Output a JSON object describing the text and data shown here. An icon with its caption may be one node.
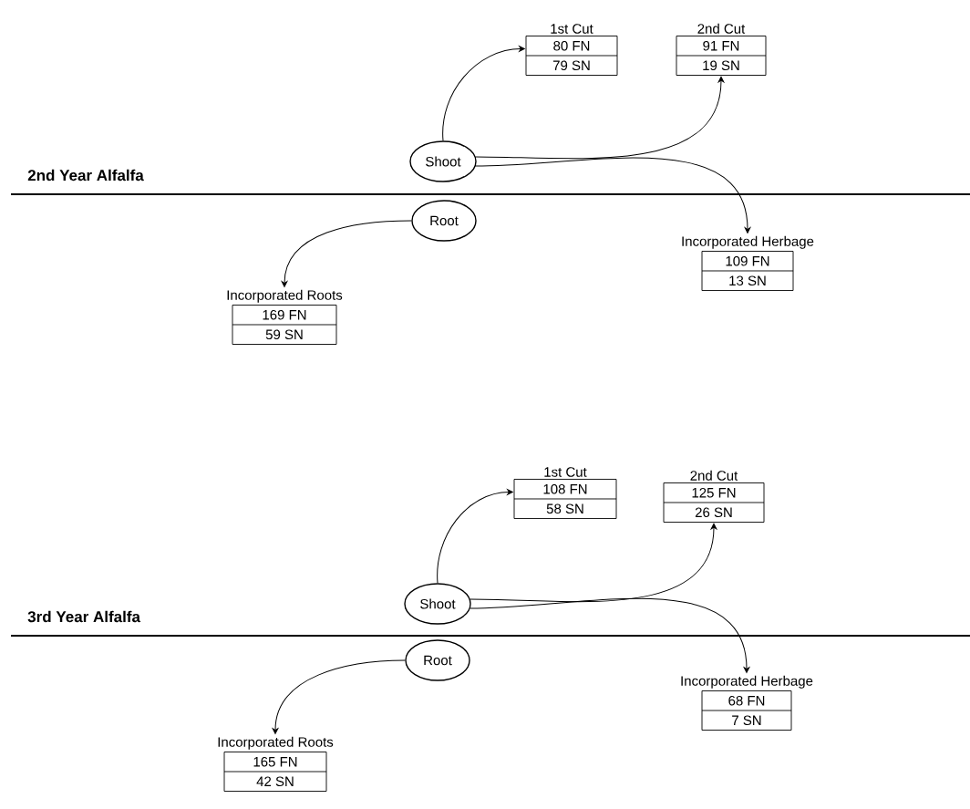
{
  "diagram": {
    "nodes": [
      {
        "text": [
          "1st Cut",
          "80 FN",
          "79 SN"
        ]
      },
      {
        "text": [
          "2nd Cut",
          "91 FN",
          "19 SN"
        ]
      },
      {
        "text": [
          "Shoot"
        ]
      },
      {
        "text": [
          "Root"
        ]
      },
      {
        "text": [
          "Incorporated Herbage",
          "109 FN",
          "13 SN"
        ]
      },
      {
        "text": [
          "Incorporated Roots",
          "169 FN",
          "59 SN"
        ]
      },
      {
        "text": [
          "1st Cut",
          "108 FN",
          "58 SN"
        ]
      },
      {
        "text": [
          "2nd Cut",
          "125 FN",
          "26 SN"
        ]
      },
      {
        "text": [
          "Shoot"
        ]
      },
      {
        "text": [
          "Root"
        ]
      },
      {
        "text": [
          "Incorporated Herbage",
          "68 FN",
          "7 SN"
        ]
      },
      {
        "text": [
          "Incorporated Roots",
          "165 FN",
          "42 SN"
        ]
      }
    ],
    "edges": [
      {
        "from": 2,
        "to": 0,
        "arrow": "to"
      },
      {
        "from": 2,
        "to": 1,
        "arrow": "to"
      },
      {
        "from": 2,
        "to": 4,
        "arrow": "to"
      },
      {
        "from": 3,
        "to": 5,
        "arrow": "to"
      },
      {
        "from": 8,
        "to": 6,
        "arrow": "to"
      },
      {
        "from": 8,
        "to": 7,
        "arrow": "to"
      },
      {
        "from": 8,
        "to": 10,
        "arrow": "to"
      },
      {
        "from": 9,
        "to": 11,
        "arrow": "to"
      }
    ],
    "labels": [
      "2nd Year Alfalfa",
      "3rd Year Alfalfa"
    ]
  }
}
